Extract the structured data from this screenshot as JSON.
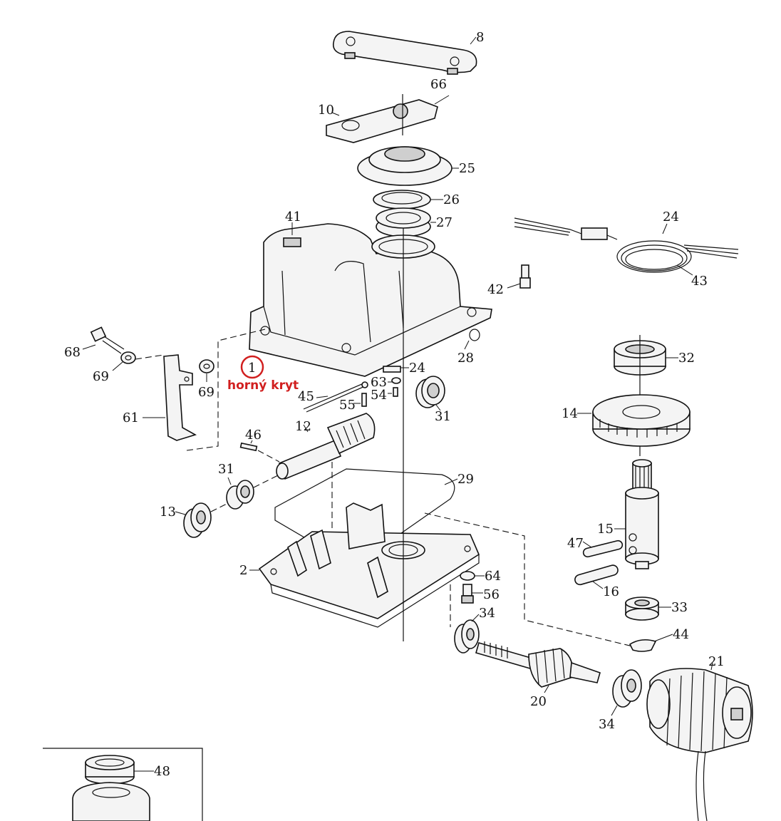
{
  "diagram": {
    "callout": {
      "number": "1",
      "text": "horný kryt",
      "color": "#d11f1f"
    },
    "labels": {
      "l8": "8",
      "l66": "66",
      "l10": "10",
      "l25": "25",
      "l26": "26",
      "l27": "27",
      "l41": "41",
      "l24a": "24",
      "l43": "43",
      "l42": "42",
      "l28": "28",
      "l32": "32",
      "l68": "68",
      "l69a": "69",
      "l69b": "69",
      "l61": "61",
      "l24b": "24",
      "l63": "63",
      "l54": "54",
      "l45": "45",
      "l55": "55",
      "l31a": "31",
      "l14": "14",
      "l46": "46",
      "l12": "12",
      "l29": "29",
      "l31b": "31",
      "l13": "13",
      "l15": "15",
      "l47": "47",
      "l2": "2",
      "l64": "64",
      "l56": "56",
      "l16": "16",
      "l34a": "34",
      "l33": "33",
      "l44": "44",
      "l21": "21",
      "l20": "20",
      "l34b": "34",
      "l48": "48"
    }
  }
}
